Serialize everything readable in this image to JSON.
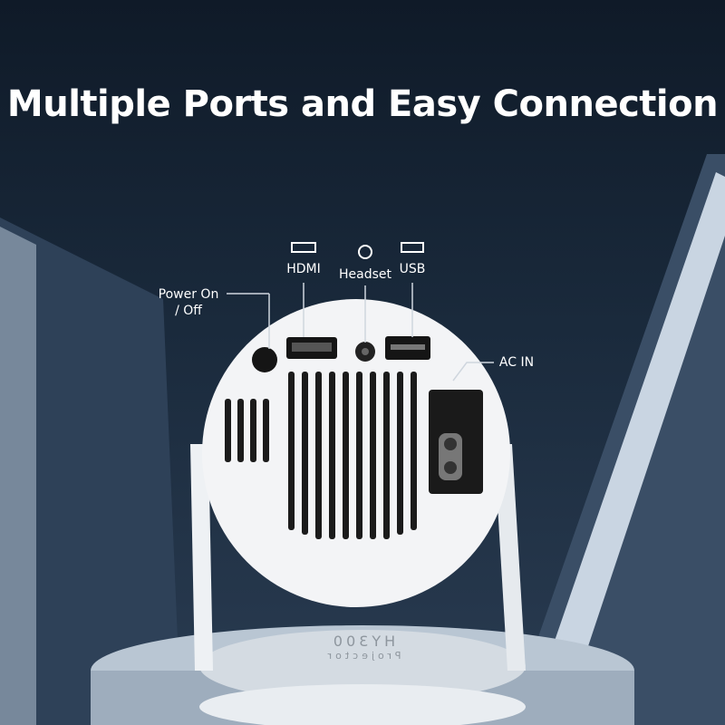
{
  "title": "Multiple Ports and Easy Connection",
  "labels": {
    "power_line1": "Power On",
    "power_line2": "/ Off",
    "hdmi": "HDMI",
    "headset": "Headset",
    "usb": "USB",
    "ac_in": "AC IN"
  },
  "plate": {
    "brand": "HY300",
    "sub": "Projector"
  }
}
